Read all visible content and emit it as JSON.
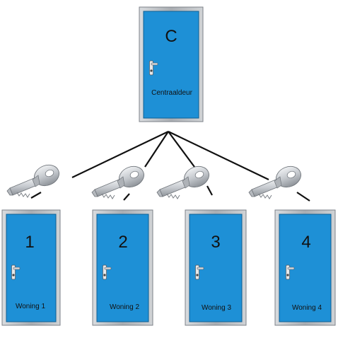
{
  "central_door": {
    "letter": "C",
    "caption": "Centraaldeur"
  },
  "homes": [
    {
      "number": "1",
      "caption": "Woning 1"
    },
    {
      "number": "2",
      "caption": "Woning 2"
    },
    {
      "number": "3",
      "caption": "Woning 3"
    },
    {
      "number": "4",
      "caption": "Woning 4"
    }
  ],
  "colors": {
    "door_blue": "#1e90d6",
    "frame": "#b9bdc2",
    "frame_dark": "#7d8288",
    "line": "#111111",
    "key_metal": "#c9ccd1"
  }
}
